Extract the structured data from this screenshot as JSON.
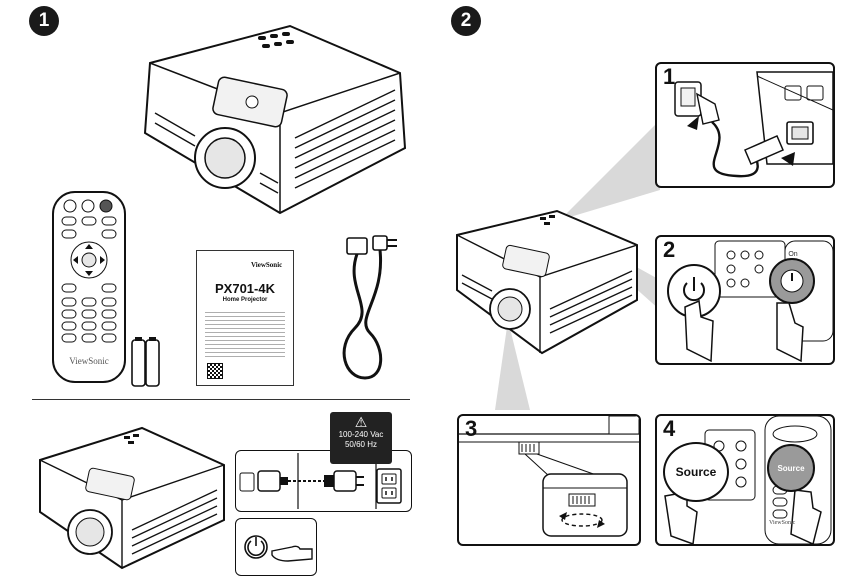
{
  "steps": {
    "step1": "1",
    "step2": "2"
  },
  "package": {
    "remote_brand": "ViewSonic",
    "booklet_brand": "ViewSonic",
    "booklet_model": "PX701-4K",
    "booklet_subtitle": "Home Projector"
  },
  "power_warning": {
    "voltage": "100-240 Vac",
    "frequency": "50/60 Hz"
  },
  "panels": {
    "p1_num": "1",
    "p2_num": "2",
    "p3_num": "3",
    "p4_num": "4",
    "p2_on_label": "On",
    "p4_source_label": "Source",
    "p4_source_small": "Source",
    "p4_remote_brand": "ViewSonic"
  },
  "colors": {
    "outline": "#111111",
    "fill_light": "#f2f2f2",
    "beam": "#d9d9d9"
  }
}
